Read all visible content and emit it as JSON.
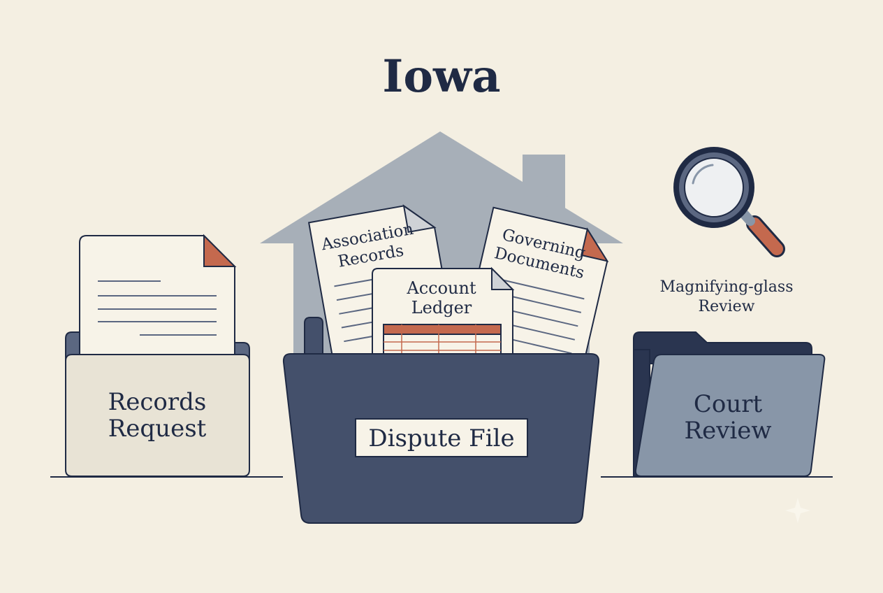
{
  "title": "Iowa",
  "documents": {
    "association_records": [
      "Association",
      "Records"
    ],
    "governing_documents": [
      "Governing",
      "Documents"
    ],
    "account_ledger": [
      "Account",
      "Ledger"
    ]
  },
  "folders": {
    "records_request": [
      "Records",
      "Request"
    ],
    "dispute_file": "Dispute File",
    "court_review": [
      "Court",
      "Review"
    ]
  },
  "magnifier_caption": [
    "Magnifying-glass",
    "Review"
  ],
  "colors": {
    "background": "#f4efe2",
    "navy": "#1f2a44",
    "folder_navy": "#44506b",
    "slate": "#8896a8",
    "house": "#a7afb8",
    "paper": "#f7f3e8",
    "accent": "#c4694e",
    "beige_folder": "#e8e3d5"
  },
  "icons": [
    "house-icon",
    "document-icon",
    "ledger-icon",
    "folder-icon",
    "magnifying-glass-icon"
  ]
}
